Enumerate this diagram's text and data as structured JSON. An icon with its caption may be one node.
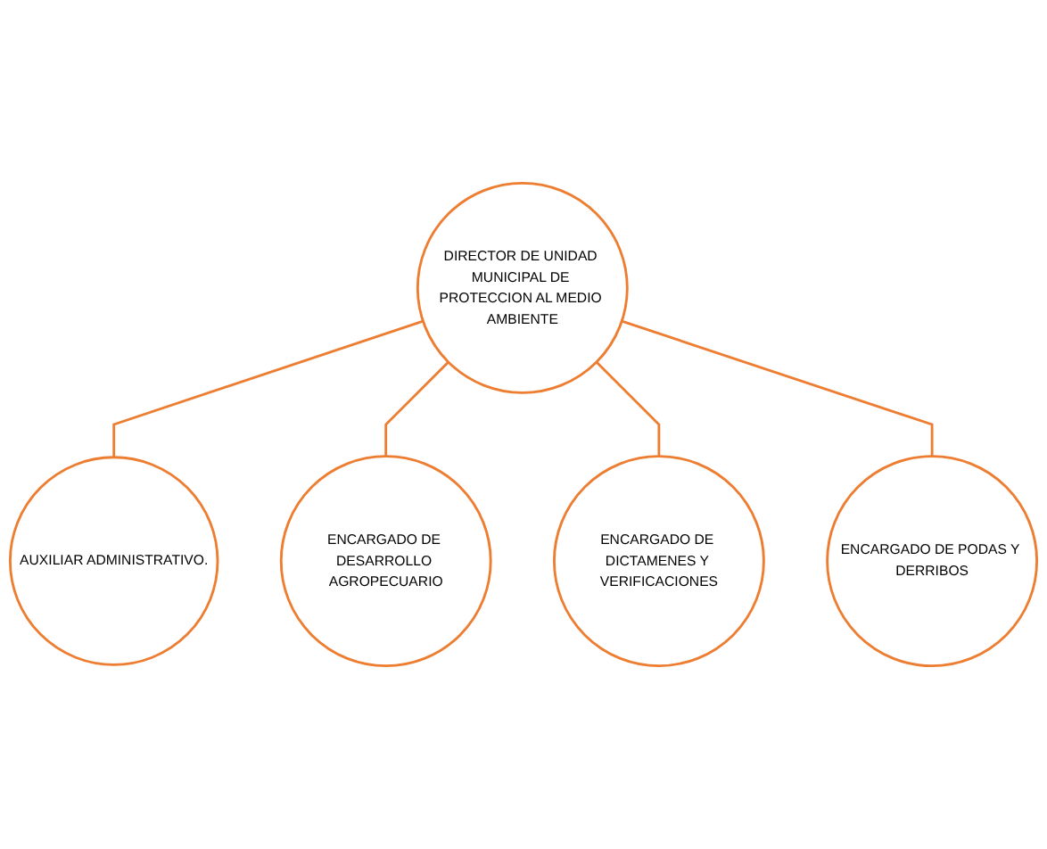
{
  "diagram": {
    "nodes": [
      {
        "text": [
          "DIRECTOR DE UNIDAD MUNICIPAL DE PROTECCION AL MEDIO AMBIENTE"
        ]
      },
      {
        "text": [
          "AUXILIAR ADMINISTRATIVO."
        ]
      },
      {
        "text": [
          "ENCARGADO DE DESARROLLO AGROPECUARIO"
        ]
      },
      {
        "text": [
          "ENCARGADO DE DICTAMENES Y VERIFICACIONES"
        ]
      },
      {
        "text": [
          "ENCARGADO DE PODAS Y DERRIBOS"
        ]
      }
    ],
    "edges": [
      {
        "from": 0,
        "to": 1,
        "arrow": "none"
      },
      {
        "from": 0,
        "to": 2,
        "arrow": "none"
      },
      {
        "from": 0,
        "to": 3,
        "arrow": "none"
      },
      {
        "from": 0,
        "to": 4,
        "arrow": "none"
      }
    ]
  }
}
